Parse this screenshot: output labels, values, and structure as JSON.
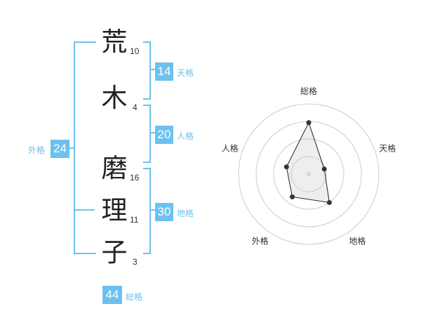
{
  "name": {
    "chars": [
      {
        "char": "荒",
        "strokes": "10"
      },
      {
        "char": "木",
        "strokes": "4"
      },
      {
        "char": "磨",
        "strokes": "16"
      },
      {
        "char": "理",
        "strokes": "11"
      },
      {
        "char": "子",
        "strokes": "3"
      }
    ]
  },
  "kaku": {
    "tenkaku": {
      "value": "14",
      "label": "天格"
    },
    "jinkaku": {
      "value": "20",
      "label": "人格"
    },
    "chikaku": {
      "value": "30",
      "label": "地格"
    },
    "gaikaku": {
      "value": "24",
      "label": "外格"
    },
    "soukaku": {
      "value": "44",
      "label": "総格"
    }
  },
  "colors": {
    "accent": "#6cc1ee",
    "text": "#222222"
  },
  "chart_data": {
    "type": "radar",
    "axes": [
      "総格",
      "天格",
      "地格",
      "外格",
      "人格"
    ],
    "values": [
      44,
      14,
      30,
      24,
      20
    ],
    "rings": 4,
    "grid": true
  }
}
